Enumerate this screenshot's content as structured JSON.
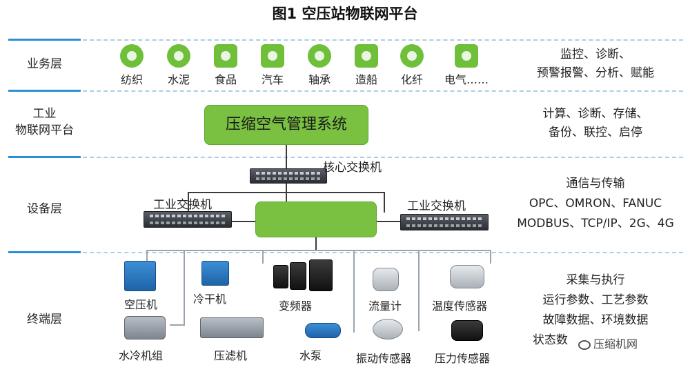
{
  "title": "图1  空压站物联网平台",
  "layers": {
    "business": "业务层",
    "platform_line1": "工业",
    "platform_line2": "物联网平台",
    "device": "设备层",
    "terminal": "终端层"
  },
  "industries": [
    {
      "label": "纺织",
      "icon": "textile-machine-icon"
    },
    {
      "label": "水泥",
      "icon": "cement-icon"
    },
    {
      "label": "食品",
      "icon": "food-factory-icon"
    },
    {
      "label": "汽车",
      "icon": "car-icon"
    },
    {
      "label": "轴承",
      "icon": "bearing-icon"
    },
    {
      "label": "造船",
      "icon": "ship-icon"
    },
    {
      "label": "化纤",
      "icon": "chemical-fiber-icon"
    },
    {
      "label": "电气……",
      "icon": "electric-plug-icon"
    }
  ],
  "right_texts": {
    "business": [
      "监控、诊断、",
      "预警报警、分析、赋能"
    ],
    "platform": [
      "计算、诊断、存储、",
      "备份、联控、启停"
    ],
    "device": [
      "通信与传输",
      "OPC、OMRON、FANUC",
      "MODBUS、TCP/IP、2G、4G"
    ],
    "terminal": [
      "采集与执行",
      "运行参数、工艺参数",
      "故障数据、环境数据",
      "状态数"
    ]
  },
  "platform_box": "压缩空气管理系统",
  "core_switch": "核心交换机",
  "industrial_switch_left": "工业交换机",
  "industrial_switch_right": "工业交换机",
  "terminal_devices": {
    "air_compressor": "空压机",
    "water_chiller": "水冷机组",
    "dryer": "冷干机",
    "filter_press": "压滤机",
    "inverter": "变频器",
    "water_pump": "水泵",
    "flow_meter": "流量计",
    "vibration_sensor": "振动传感器",
    "temp_sensor": "温度传感器",
    "pressure_sensor": "压力传感器"
  },
  "watermark": "压缩机网",
  "colors": {
    "accent_green": "#7ac142",
    "layer_blue": "#2b8fd6",
    "dashed": "#a9cfe3"
  }
}
